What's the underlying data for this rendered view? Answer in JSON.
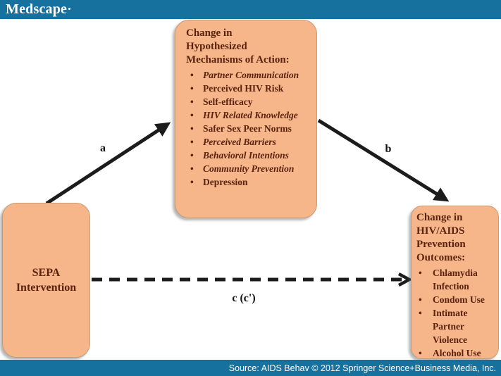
{
  "brand": {
    "logo": "Medscape"
  },
  "footer": {
    "source": "Source: AIDS Behav © 2012 Springer Science+Business Media, Inc."
  },
  "ui": {
    "bullet": "•"
  },
  "colors": {
    "bar_teal": "#16719E",
    "box_fill": "#F6B68A",
    "box_text": "#5A230F",
    "arrow_black": "#1C1C1C"
  },
  "diagram": {
    "sepa_box": {
      "title": "SEPA Intervention",
      "title_lines": [
        "SEPA",
        "Intervention"
      ]
    },
    "mechanisms_box": {
      "title": "Change in Hypothesized Mechanisms of Action:",
      "title_lines": [
        "Change in",
        "Hypothesized",
        "Mechanisms of Action:"
      ],
      "items": [
        {
          "text": "Partner Communication",
          "italic": true
        },
        {
          "text": "Perceived HIV Risk",
          "italic": false
        },
        {
          "text": "Self-efficacy",
          "italic": false
        },
        {
          "text": "HIV Related Knowledge",
          "italic": true
        },
        {
          "text": "Safer Sex Peer Norms",
          "italic": false
        },
        {
          "text": "Perceived Barriers",
          "italic": true
        },
        {
          "text": "Behavioral Intentions",
          "italic": true
        },
        {
          "text": "Community Prevention",
          "italic": true
        },
        {
          "text": "Depression",
          "italic": false
        }
      ]
    },
    "outcomes_box": {
      "title": "Change in HIV/AIDS Prevention Outcomes:",
      "title_lines": [
        "Change in",
        "HIV/AIDS",
        "Prevention",
        "Outcomes:"
      ],
      "items": [
        {
          "text": "Chlamydia Infection",
          "italic": false
        },
        {
          "text": "Condom Use",
          "italic": false
        },
        {
          "text": "Intimate Partner Violence",
          "italic": false
        },
        {
          "text": "Alcohol Use",
          "italic": false
        }
      ]
    },
    "paths": {
      "a": {
        "label": "a",
        "style": "solid"
      },
      "b": {
        "label": "b",
        "style": "solid"
      },
      "c": {
        "label": "c (c')",
        "style": "dashed"
      }
    }
  }
}
